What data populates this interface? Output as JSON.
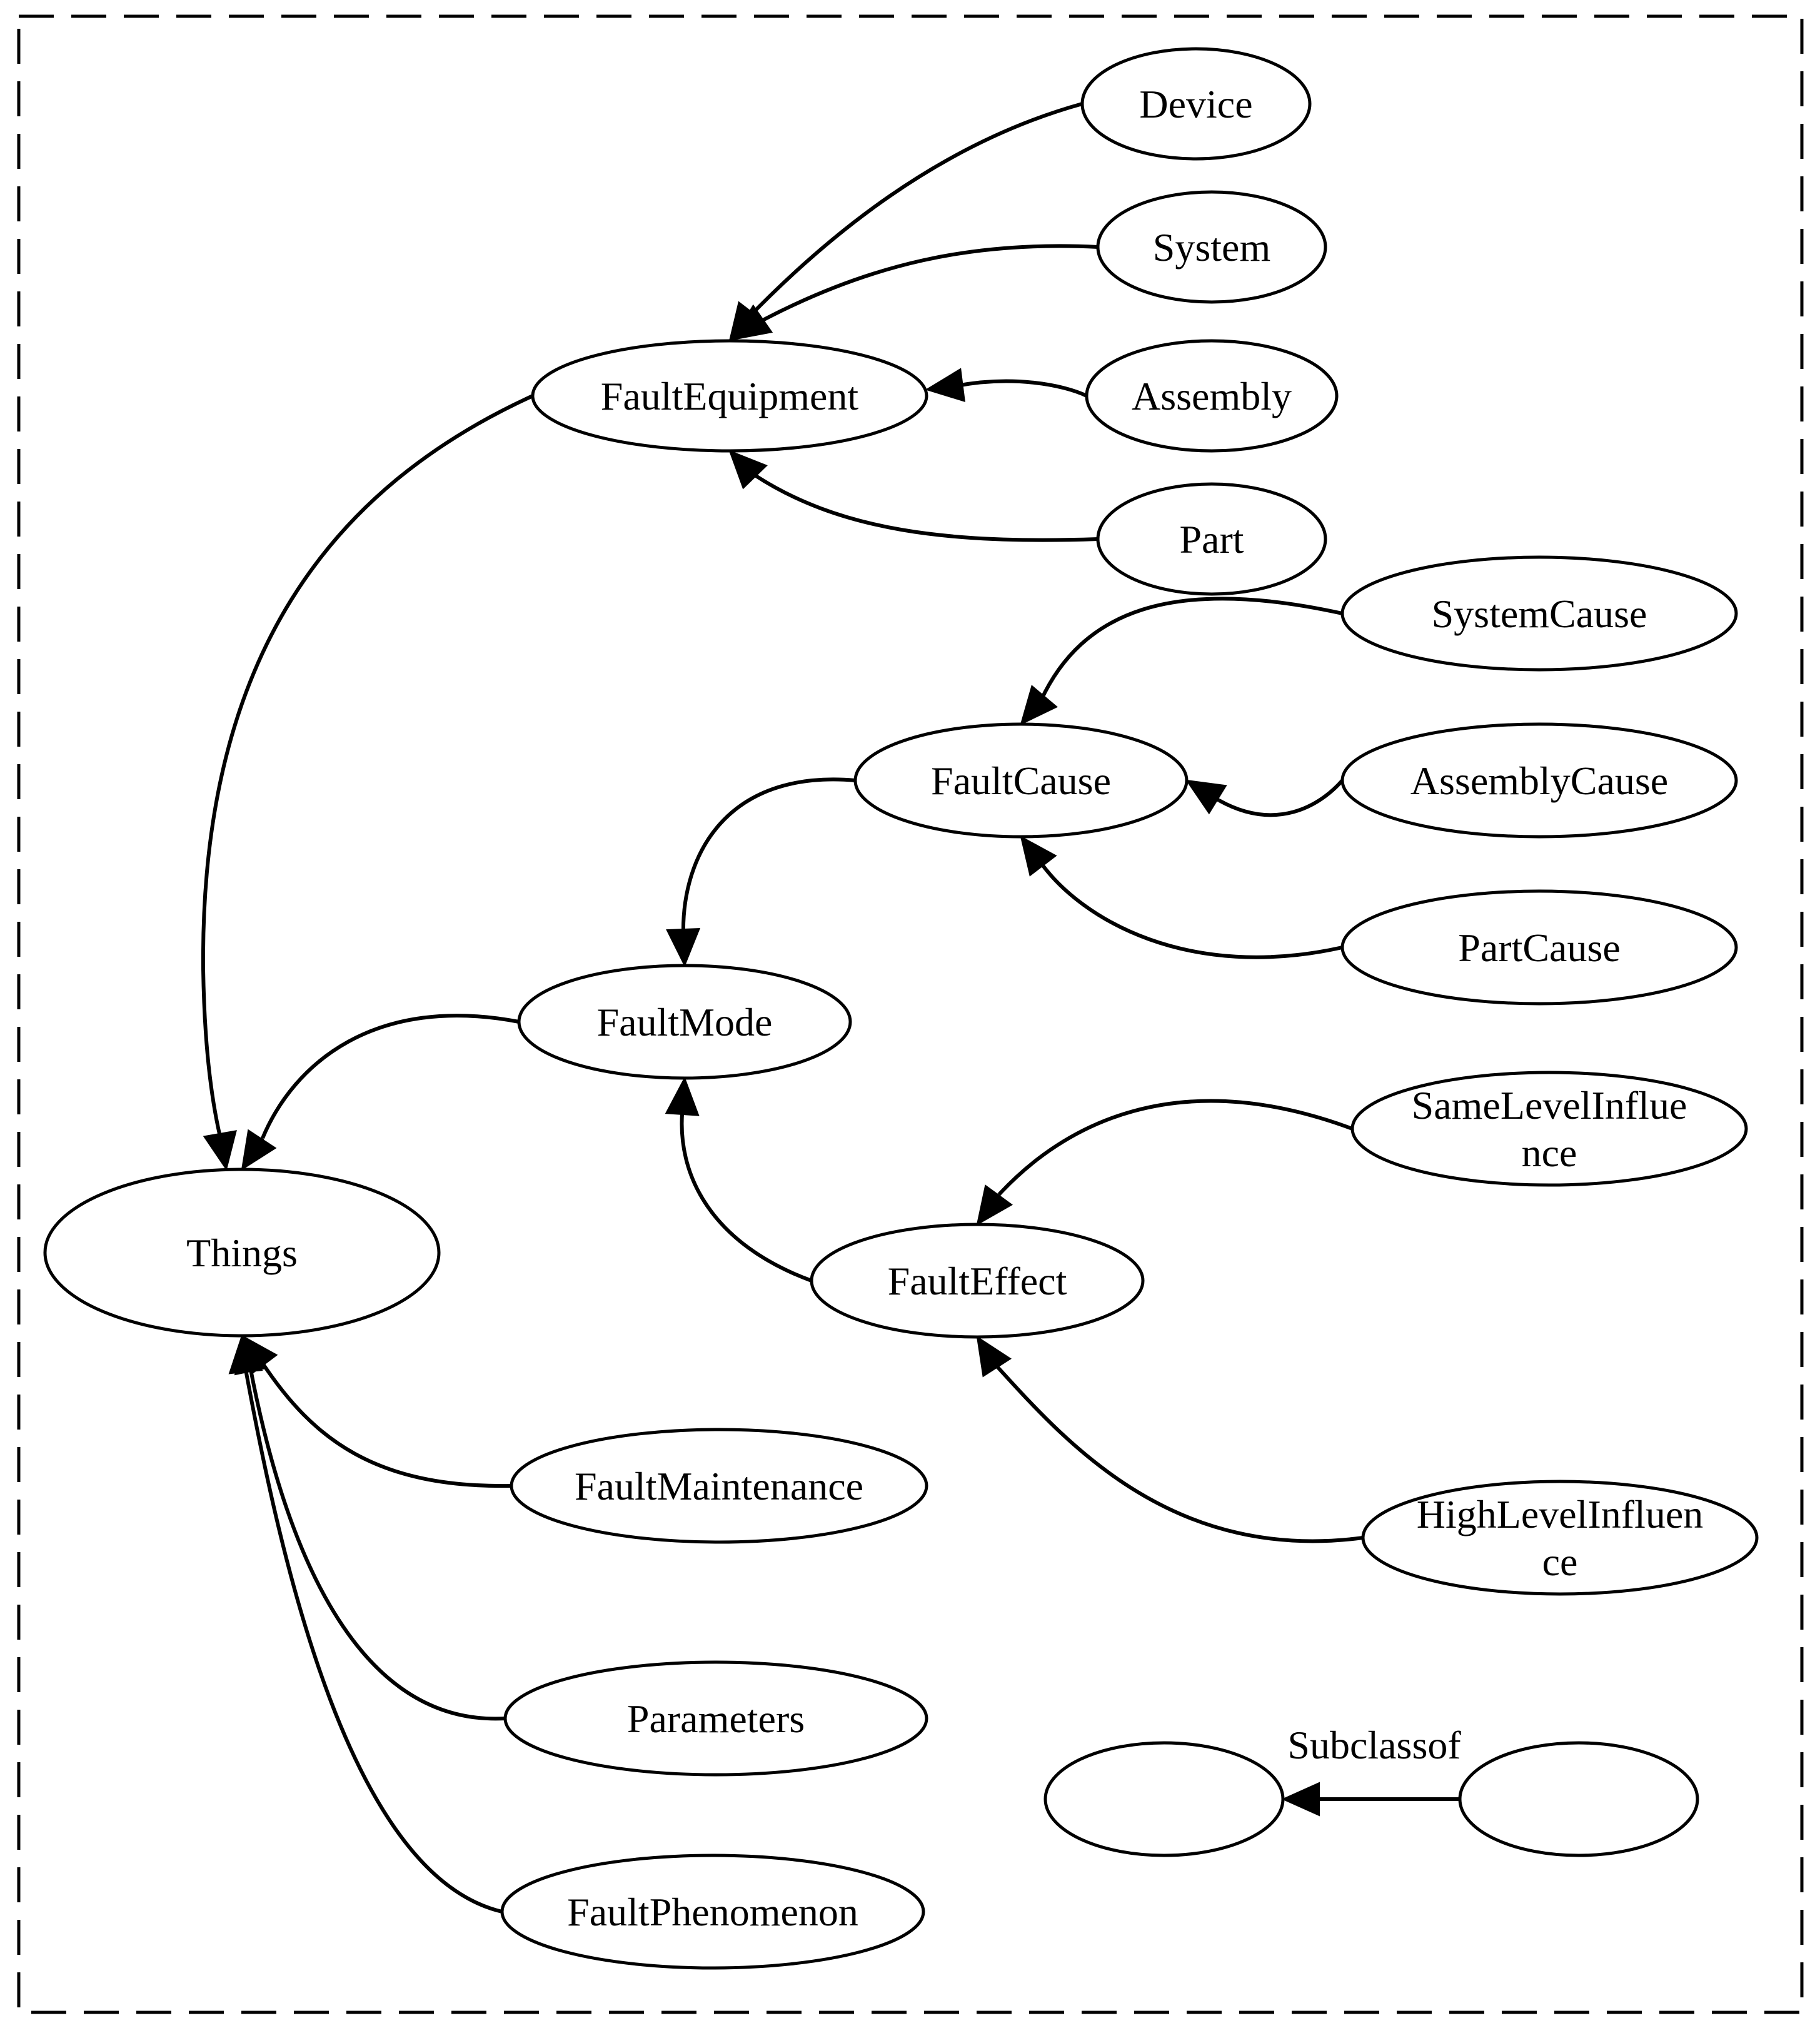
{
  "nodes": {
    "device": {
      "lines": [
        "Device"
      ]
    },
    "system": {
      "lines": [
        "System"
      ]
    },
    "fault_equipment": {
      "lines": [
        "FaultEquipment"
      ]
    },
    "assembly": {
      "lines": [
        "Assembly"
      ]
    },
    "part": {
      "lines": [
        "Part"
      ]
    },
    "system_cause": {
      "lines": [
        "SystemCause"
      ]
    },
    "fault_cause": {
      "lines": [
        "FaultCause"
      ]
    },
    "assembly_cause": {
      "lines": [
        "AssemblyCause"
      ]
    },
    "part_cause": {
      "lines": [
        "PartCause"
      ]
    },
    "fault_mode": {
      "lines": [
        "FaultMode"
      ]
    },
    "same_level_influence": {
      "lines": [
        "SameLevelInflue",
        "nce"
      ]
    },
    "things": {
      "lines": [
        "Things"
      ]
    },
    "fault_effect": {
      "lines": [
        "FaultEffect"
      ]
    },
    "fault_maintenance": {
      "lines": [
        "FaultMaintenance"
      ]
    },
    "high_level_influence": {
      "lines": [
        "HighLevelInfluen",
        "ce"
      ]
    },
    "parameters": {
      "lines": [
        "Parameters"
      ]
    },
    "fault_phenomenon": {
      "lines": [
        "FaultPhenomenon"
      ]
    },
    "legend_child": {
      "lines": []
    },
    "legend_parent": {
      "lines": []
    }
  },
  "edges": [
    {
      "from": "device",
      "to": "fault_equipment"
    },
    {
      "from": "system",
      "to": "fault_equipment"
    },
    {
      "from": "assembly",
      "to": "fault_equipment"
    },
    {
      "from": "part",
      "to": "fault_equipment"
    },
    {
      "from": "fault_equipment",
      "to": "things"
    },
    {
      "from": "system_cause",
      "to": "fault_cause"
    },
    {
      "from": "assembly_cause",
      "to": "fault_cause"
    },
    {
      "from": "part_cause",
      "to": "fault_cause"
    },
    {
      "from": "fault_cause",
      "to": "fault_mode"
    },
    {
      "from": "fault_mode",
      "to": "things"
    },
    {
      "from": "same_level_influence",
      "to": "fault_effect"
    },
    {
      "from": "high_level_influence",
      "to": "fault_effect"
    },
    {
      "from": "fault_effect",
      "to": "fault_mode"
    },
    {
      "from": "fault_maintenance",
      "to": "things"
    },
    {
      "from": "parameters",
      "to": "things"
    },
    {
      "from": "fault_phenomenon",
      "to": "things"
    },
    {
      "from": "legend_parent",
      "to": "legend_child"
    }
  ],
  "legend": {
    "edge_label": "Subclassof"
  },
  "colors": {
    "stroke": "#000000",
    "fill": "#ffffff"
  }
}
